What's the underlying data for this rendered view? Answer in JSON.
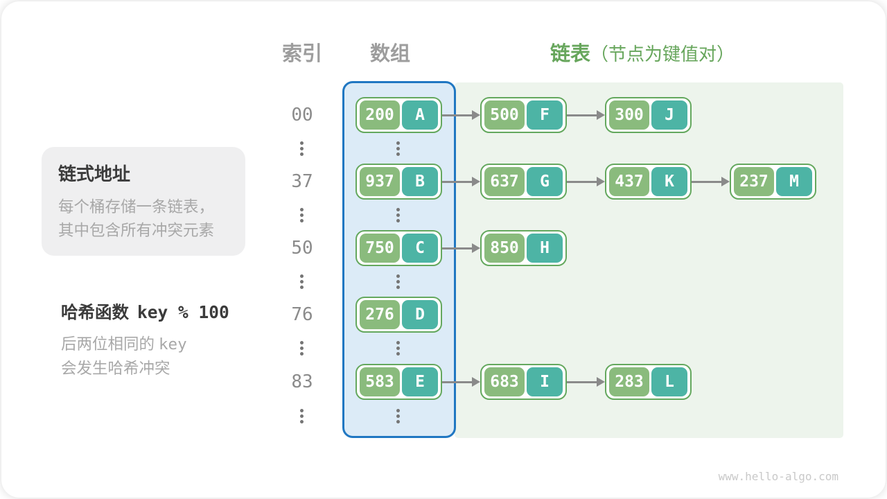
{
  "header": {
    "index_label": "索引",
    "array_label": "数组",
    "list_label": "链表",
    "list_note": "（节点为键值对）"
  },
  "info_card": {
    "title": "链式地址",
    "line1": "每个桶存储一条链表，",
    "line2": "其中包含所有冲突元素"
  },
  "hash_note": {
    "title_cn": "哈希函数",
    "formula": "key % 100",
    "line1_cn": "后两位相同的",
    "line1_code": "key",
    "line2": "会发生哈希冲突"
  },
  "diagram": {
    "rows": [
      {
        "index": "00",
        "nodes": [
          {
            "key": "200",
            "value": "A"
          },
          {
            "key": "500",
            "value": "F"
          },
          {
            "key": "300",
            "value": "J"
          }
        ]
      },
      {
        "index": "37",
        "nodes": [
          {
            "key": "937",
            "value": "B"
          },
          {
            "key": "637",
            "value": "G"
          },
          {
            "key": "437",
            "value": "K"
          },
          {
            "key": "237",
            "value": "M"
          }
        ]
      },
      {
        "index": "50",
        "nodes": [
          {
            "key": "750",
            "value": "C"
          },
          {
            "key": "850",
            "value": "H"
          }
        ]
      },
      {
        "index": "76",
        "nodes": [
          {
            "key": "276",
            "value": "D"
          }
        ]
      },
      {
        "index": "83",
        "nodes": [
          {
            "key": "583",
            "value": "E"
          },
          {
            "key": "683",
            "value": "I"
          },
          {
            "key": "283",
            "value": "L"
          }
        ]
      }
    ]
  },
  "watermark": "www.hello-algo.com",
  "colors": {
    "accent_blue": "#2077c2",
    "array_fill": "#dcebf7",
    "list_fill": "#edf4ec",
    "key_green": "#8abb7d",
    "value_teal": "#4db4a5",
    "node_border": "#64a85e",
    "header_green": "#67a65c",
    "arrow_gray": "#8a8a8a"
  }
}
